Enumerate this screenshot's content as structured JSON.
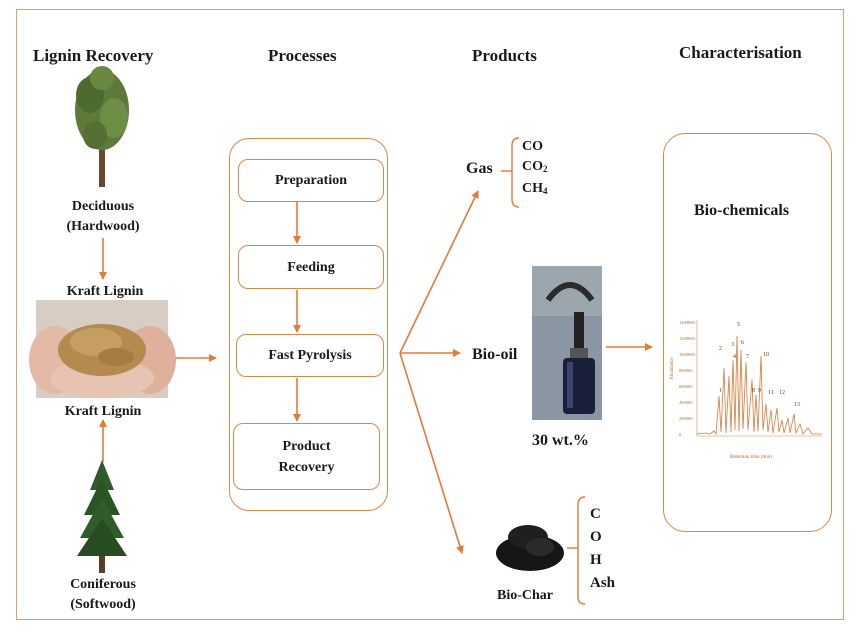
{
  "headers": {
    "lignin_recovery": "Lignin Recovery",
    "processes": "Processes",
    "products": "Products",
    "characterisation": "Characterisation"
  },
  "sources": {
    "deciduous": [
      "Deciduous",
      "(Hardwood)"
    ],
    "coniferous": [
      "Coniferous",
      "(Softwood)"
    ],
    "kraft_top": "Kraft Lignin",
    "kraft_bottom": "Kraft Lignin"
  },
  "processes": [
    "Preparation",
    "Feeding",
    "Fast Pyrolysis",
    "Product Recovery"
  ],
  "products": {
    "gas": {
      "label": "Gas",
      "components": [
        "CO",
        "CO2",
        "CH4"
      ]
    },
    "bio_oil": {
      "label": "Bio-oil",
      "yield": "30 wt.%"
    },
    "bio_char": {
      "label": "Bio-Char",
      "components": [
        "C",
        "O",
        "H",
        "Ash"
      ]
    }
  },
  "characterisation": {
    "label": "Bio-chemicals",
    "chromatogram": {
      "ylabel": "Abundance",
      "xlabel": "Retention time (min)",
      "yticks": [
        "1400000",
        "1200000",
        "1000000",
        "800000",
        "600000",
        "400000",
        "200000",
        "0"
      ],
      "peak_labels": [
        "1",
        "2",
        "3",
        "4",
        "5",
        "6",
        "7",
        "8",
        "9",
        "10",
        "11",
        "12",
        "13"
      ]
    }
  },
  "colors": {
    "accent": "#e07b39",
    "border": "#d9a06c"
  }
}
